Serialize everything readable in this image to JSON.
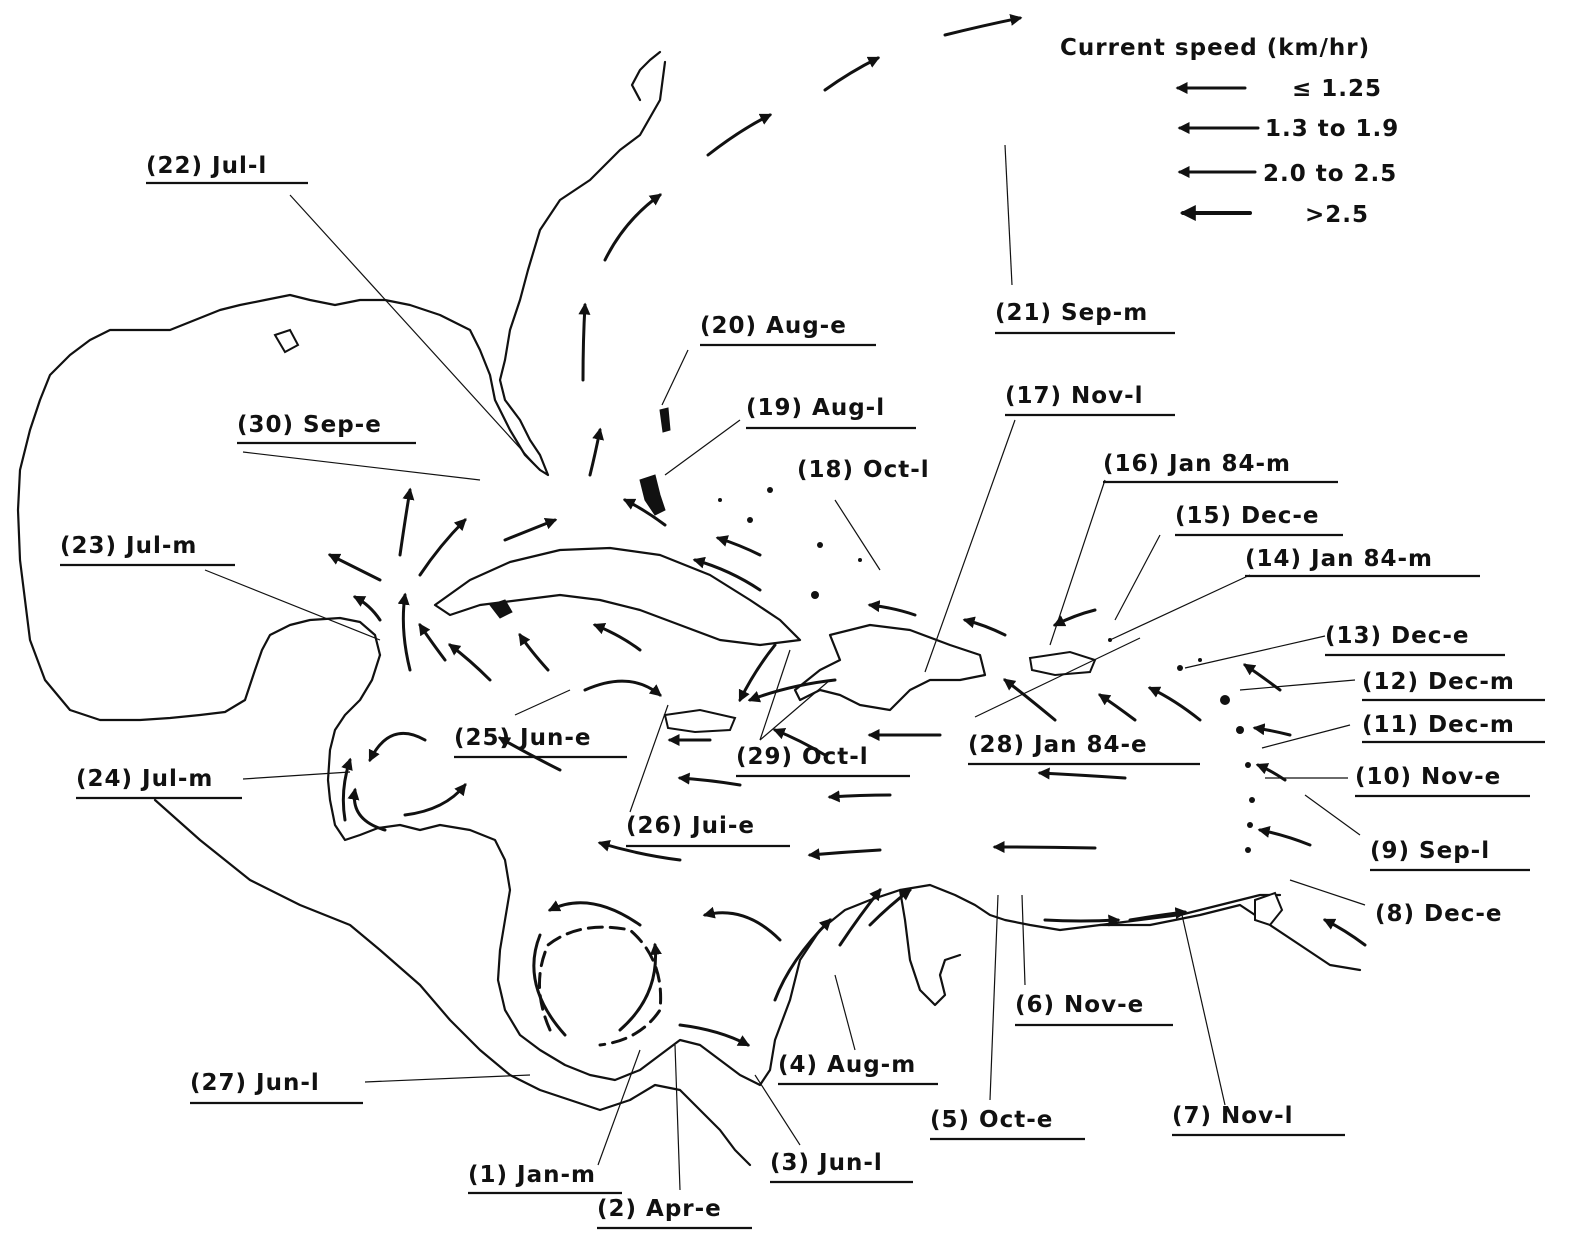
{
  "legend": {
    "title": "Current speed (km/hr)",
    "items": [
      "≤ 1.25",
      "1.3 to 1.9",
      "2.0 to 2.5",
      ">2.5"
    ]
  },
  "labels": {
    "l1": "(1) Jan-m",
    "l2": "(2) Apr-e",
    "l3": "(3) Jun-l",
    "l4": "(4) Aug-m",
    "l5": "(5) Oct-e",
    "l6": "(6) Nov-e",
    "l7": "(7) Nov-l",
    "l8": "(8) Dec-e",
    "l9": "(9) Sep-l",
    "l10": "(10) Nov-e",
    "l11": "(11) Dec-m",
    "l12": "(12) Dec-m",
    "l13": "(13) Dec-e",
    "l14": "(14) Jan 84-m",
    "l15": "(15) Dec-e",
    "l16": "(16) Jan 84-m",
    "l17": "(17) Nov-l",
    "l18": "(18) Oct-l",
    "l19": "(19) Aug-l",
    "l20": "(20) Aug-e",
    "l21": "(21) Sep-m",
    "l22": "(22) Jul-l",
    "l23": "(23) Jul-m",
    "l24": "(24) Jul-m",
    "l25": "(25) Jun-e",
    "l26": "(26) Jui-e",
    "l27": "(27) Jun-l",
    "l28": "(28) Jan 84-e",
    "l29": "(29) Oct-l",
    "l30": "(30) Sep-e"
  }
}
